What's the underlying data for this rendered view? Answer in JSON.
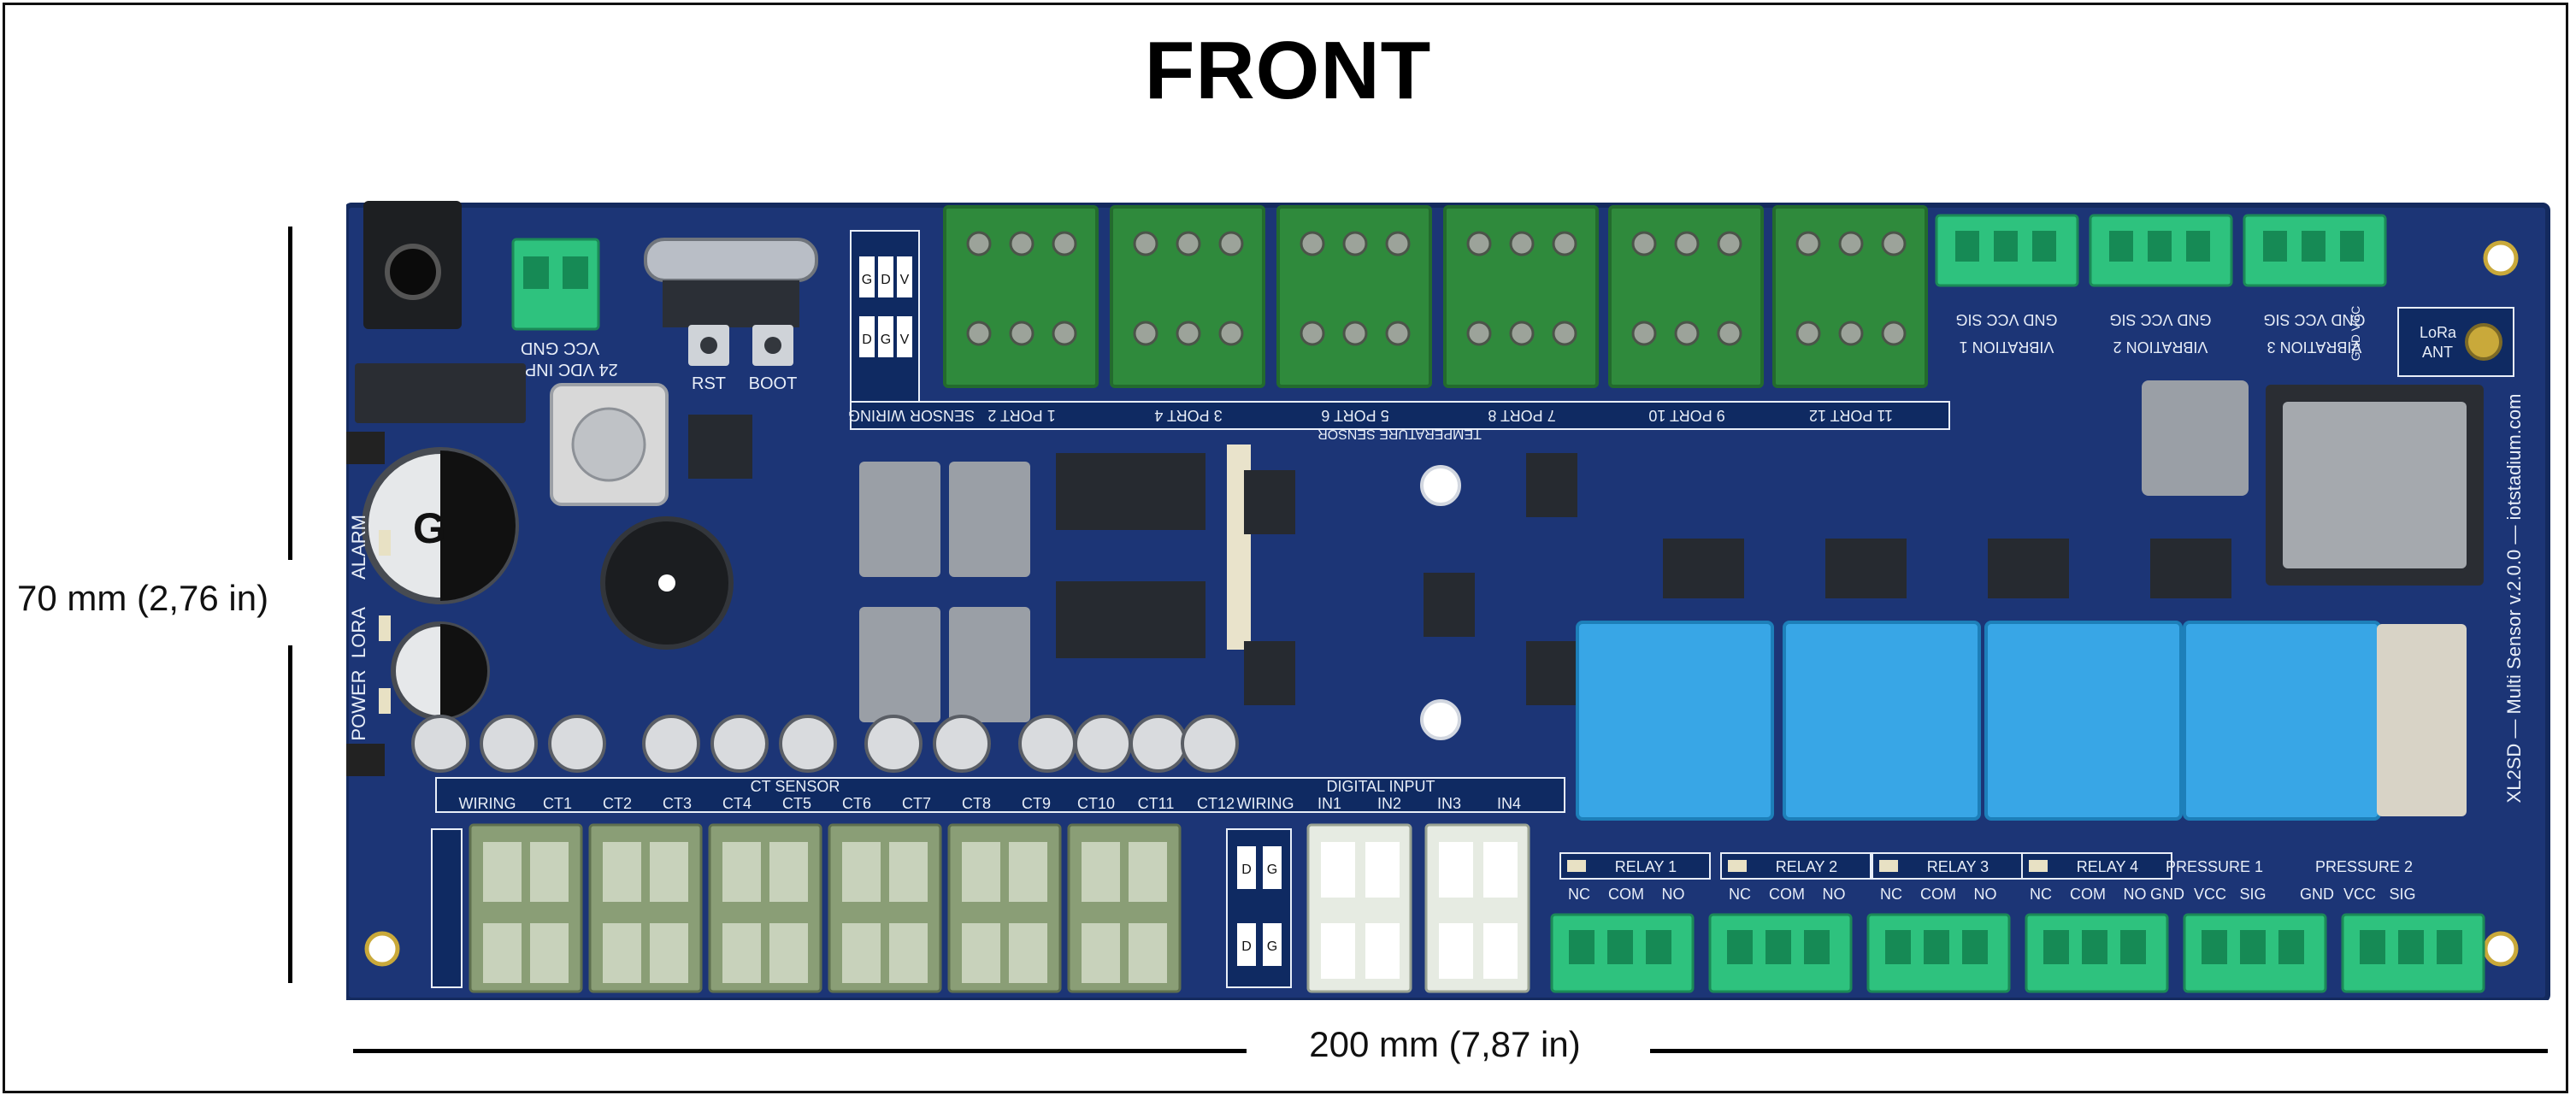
{
  "title": "FRONT",
  "dimensions": {
    "width_label": "200 mm (7,87 in)",
    "height_label": "70 mm (2,76 in)"
  },
  "colors": {
    "pcb": "#1c3576",
    "pcb_edge": "#142a5e",
    "silk": "#e8eef8",
    "terminal_green": "#2f8a3c",
    "terminal_dark": "#236b2d",
    "terminal_teal": "#2ec27e",
    "terminal_sage": "#8a9e76",
    "terminal_white": "#e6ebe2",
    "relay_blue": "#38a6e6",
    "ic_gray": "#9a9fa6",
    "ic_black": "#262a30"
  },
  "board": {
    "power": {
      "input": "24 VDC INPUT",
      "pins": "VCC GND",
      "rst": "RST",
      "boot": "BOOT"
    },
    "leds": [
      "POWER",
      "LORA",
      "ALARM"
    ],
    "cap_mark": "G",
    "temperature": {
      "header": "TEMPERATURE SENSOR",
      "wiring": "SENSOR WIRING",
      "ports": [
        "1 PORT 2",
        "3 PORT 4",
        "5 PORT 6",
        "7 PORT 8",
        "9 PORT 10",
        "11 PORT 12"
      ]
    },
    "vibration": {
      "pins": "GND VCC SIG",
      "labels": [
        "VIBRATION 1",
        "VIBRATION 2",
        "VIBRATION 3"
      ],
      "extra": "GND VCC"
    },
    "antenna": {
      "lines": [
        "LoRa",
        "ANT"
      ]
    },
    "side_text": "XL2SD — Multi Sensor v.2.0.0 — iotstadium.com",
    "ct": {
      "header": "CT SENSOR",
      "wiring": "WIRING",
      "labels": [
        "CT1",
        "CT2",
        "CT3",
        "CT4",
        "CT5",
        "CT6",
        "CT7",
        "CT8",
        "CT9",
        "CT10",
        "CT11",
        "CT12"
      ]
    },
    "digital": {
      "header": "DIGITAL INPUT",
      "wiring": "WIRING",
      "labels": [
        "IN1",
        "IN2",
        "IN3",
        "IN4"
      ]
    },
    "relays": {
      "labels": [
        "RELAY 1",
        "RELAY 2",
        "RELAY 3",
        "RELAY 4"
      ],
      "pins": [
        "NC",
        "COM",
        "NO"
      ]
    },
    "pressure": {
      "labels": [
        "PRESSURE 1",
        "PRESSURE 2"
      ],
      "pins": [
        "GND",
        "VCC",
        "SIG"
      ]
    },
    "wiring_key": [
      "G",
      "D",
      "V",
      "D",
      "G",
      "V"
    ]
  }
}
